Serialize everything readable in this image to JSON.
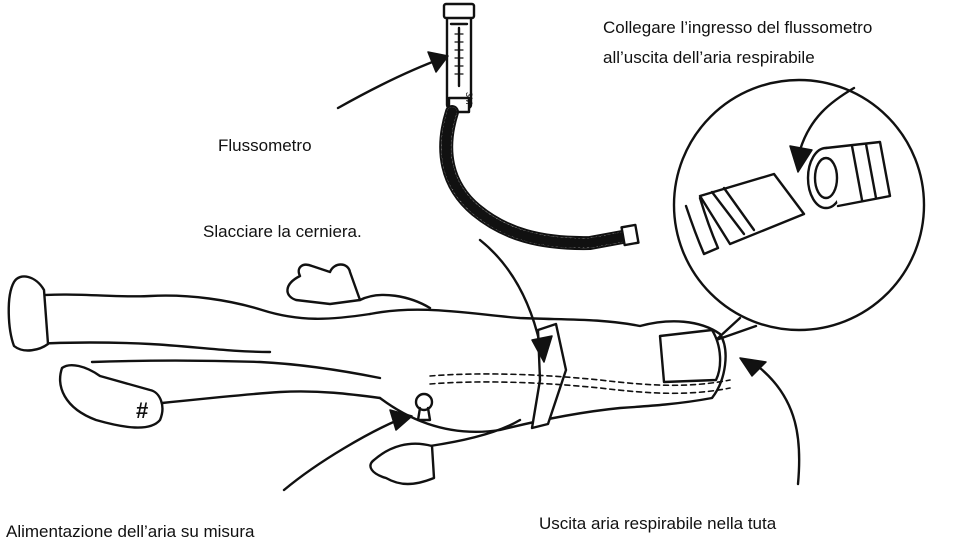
{
  "labels": {
    "connect_line1": "Collegare l’ingresso del flussometro",
    "connect_line2": "all’uscita dell’aria respirabile",
    "flowmeter": "Flussometro",
    "unzip": "Slacciare la cerniera.",
    "air_supply": "Alimentazione dell’aria su misura",
    "air_outlet": "Uscita aria respirabile nella tuta"
  },
  "flowmeter_marks": {
    "brand": "3M"
  },
  "boot_mark": "#",
  "colors": {
    "ink": "#111111",
    "background": "#ffffff"
  }
}
